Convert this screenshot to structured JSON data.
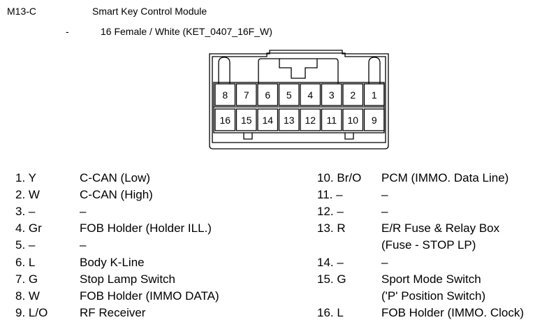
{
  "header": {
    "code": "M13-C",
    "title": "Smart Key Control Module",
    "dash": "-",
    "subtitle": "16 Female / White (KET_0407_16F_W)"
  },
  "connector": {
    "top_row": [
      "8",
      "7",
      "6",
      "5",
      "4",
      "3",
      "2",
      "1"
    ],
    "bottom_row": [
      "16",
      "15",
      "14",
      "13",
      "12",
      "11",
      "10",
      "9"
    ]
  },
  "pins_left": [
    {
      "no": "1. Y",
      "desc": "C-CAN (Low)"
    },
    {
      "no": "2. W",
      "desc": "C-CAN (High)"
    },
    {
      "no": "3. –",
      "desc": "–"
    },
    {
      "no": "4. Gr",
      "desc": "FOB Holder (Holder ILL.)"
    },
    {
      "no": "5. –",
      "desc": "–"
    },
    {
      "no": "6. L",
      "desc": "Body K-Line"
    },
    {
      "no": "7. G",
      "desc": "Stop Lamp Switch"
    },
    {
      "no": "8. W",
      "desc": "FOB Holder (IMMO DATA)"
    },
    {
      "no": "9. L/O",
      "desc": "RF Receiver"
    }
  ],
  "pins_right": [
    {
      "no": "10. Br/O",
      "desc": "PCM (IMMO. Data Line)"
    },
    {
      "no": "11. –",
      "desc": "–"
    },
    {
      "no": "12. –",
      "desc": "–"
    },
    {
      "no": "13. R",
      "desc": "E/R Fuse & Relay Box"
    },
    {
      "no": "",
      "desc": "(Fuse - STOP LP)"
    },
    {
      "no": "14. –",
      "desc": "–"
    },
    {
      "no": "15. G",
      "desc": "Sport Mode Switch"
    },
    {
      "no": "",
      "desc": "('P' Position Switch)"
    },
    {
      "no": "16. L",
      "desc": "FOB Holder (IMMO. Clock)"
    }
  ]
}
